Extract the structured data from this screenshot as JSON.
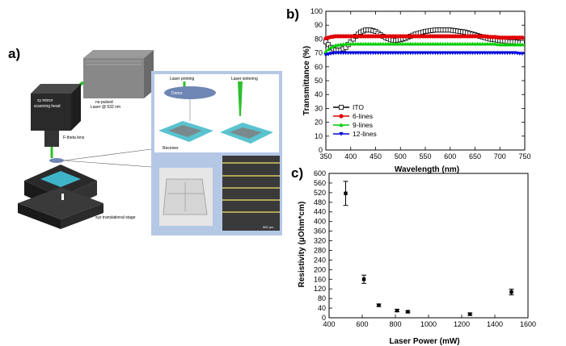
{
  "panel_labels": {
    "a": "a)",
    "b": "b)",
    "c": "c)"
  },
  "schematic": {
    "labels": {
      "scanning_head": [
        "xy mirror",
        "scanning head"
      ],
      "laser": [
        "ns-pulsed",
        "Laser @ 532 nm"
      ],
      "lens": "F-theta lens",
      "stage": "xyz translational stage",
      "printing": "Laser printing",
      "sintering": "Laser sintering",
      "donor": "Donor",
      "receiver": "Receiver",
      "scalebar": "500 μm"
    },
    "colors": {
      "laser_beam": "#2fbf2f",
      "inset_bg": "#b4c8e6",
      "donor": "#6e86b4"
    }
  },
  "chart_data": [
    {
      "type": "line",
      "xlabel": "Wavelength (nm)",
      "ylabel": "Transmittance (%)",
      "xlim": [
        350,
        750
      ],
      "ylim": [
        0,
        100
      ],
      "xticks": [
        350,
        400,
        450,
        500,
        550,
        600,
        650,
        700,
        750
      ],
      "yticks": [
        0,
        10,
        20,
        30,
        40,
        50,
        60,
        70,
        80,
        90,
        100
      ],
      "grid": false,
      "legend_position": "bottom-left",
      "x": [
        350,
        360,
        370,
        380,
        390,
        400,
        410,
        420,
        430,
        440,
        450,
        460,
        470,
        480,
        490,
        500,
        510,
        520,
        530,
        540,
        550,
        560,
        570,
        580,
        590,
        600,
        610,
        620,
        630,
        640,
        650,
        660,
        670,
        680,
        690,
        700,
        710,
        720,
        730,
        740,
        750
      ],
      "series": [
        {
          "name": "ITO",
          "color": "#000000",
          "marker": "open-square",
          "values": [
            78,
            74,
            72,
            72,
            74,
            78,
            82,
            85,
            86.5,
            86.5,
            85.5,
            83,
            81,
            79.5,
            79,
            79.5,
            80.5,
            82,
            83.5,
            84.5,
            85.5,
            86,
            86.5,
            86.5,
            86.5,
            86.5,
            86,
            85.5,
            85,
            84,
            83,
            82,
            81,
            80,
            79.5,
            79,
            78.5,
            78,
            78,
            77.5,
            77.5
          ]
        },
        {
          "name": "6-lines",
          "color": "#e00000",
          "marker": "filled-circle",
          "values": [
            80.5,
            81.5,
            82,
            82,
            82,
            82,
            82,
            82,
            82,
            82,
            82,
            82,
            82,
            82,
            82,
            82,
            82,
            82,
            82,
            82,
            82,
            82,
            82,
            82,
            82,
            82,
            82,
            82,
            82,
            82,
            82,
            82,
            82,
            81.5,
            81.5,
            81,
            81,
            81,
            81,
            81,
            81
          ]
        },
        {
          "name": "9-lines",
          "color": "#00cc00",
          "marker": "filled-triangle",
          "values": [
            71,
            74,
            75.5,
            76,
            76.5,
            76.5,
            76.5,
            76.5,
            76.5,
            76.5,
            76.5,
            76.5,
            76.5,
            76.5,
            76.5,
            76.5,
            76.5,
            76.5,
            76.5,
            76.5,
            76.5,
            76.5,
            76.5,
            76.5,
            76.5,
            76.5,
            76.5,
            76.5,
            76.5,
            76.5,
            76.5,
            76.5,
            76.5,
            76.5,
            76.5,
            76,
            76,
            76,
            76,
            76,
            76
          ]
        },
        {
          "name": "12-lines",
          "color": "#0000dd",
          "marker": "filled-triangle-down",
          "values": [
            68.5,
            69.5,
            70,
            70,
            70,
            70,
            70,
            70,
            70,
            70,
            70,
            70,
            70,
            70,
            70,
            70,
            70,
            70,
            70,
            70,
            70,
            70,
            70,
            70,
            70,
            70,
            70,
            70,
            70,
            70,
            70,
            70,
            70,
            70,
            70,
            70,
            70,
            70,
            70,
            69.5,
            69.5
          ]
        }
      ]
    },
    {
      "type": "scatter",
      "xlabel": "Laser Power (mW)",
      "ylabel": "Resistivity (μOhm*cm)",
      "xlim": [
        400,
        1600
      ],
      "ylim": [
        0,
        600
      ],
      "xticks": [
        400,
        600,
        800,
        1000,
        1200,
        1400,
        1600
      ],
      "yticks": [
        0,
        40,
        80,
        120,
        160,
        200,
        240,
        280,
        320,
        360,
        400,
        440,
        480,
        520,
        560,
        600
      ],
      "grid": false,
      "color": "#000000",
      "points": [
        {
          "x": 500,
          "y": 517,
          "err": 50
        },
        {
          "x": 610,
          "y": 160,
          "err": 17
        },
        {
          "x": 700,
          "y": 52,
          "err": 5
        },
        {
          "x": 810,
          "y": 30,
          "err": 5
        },
        {
          "x": 875,
          "y": 25,
          "err": 4
        },
        {
          "x": 1250,
          "y": 15,
          "err": 5
        },
        {
          "x": 1500,
          "y": 107,
          "err": 12
        }
      ]
    }
  ]
}
